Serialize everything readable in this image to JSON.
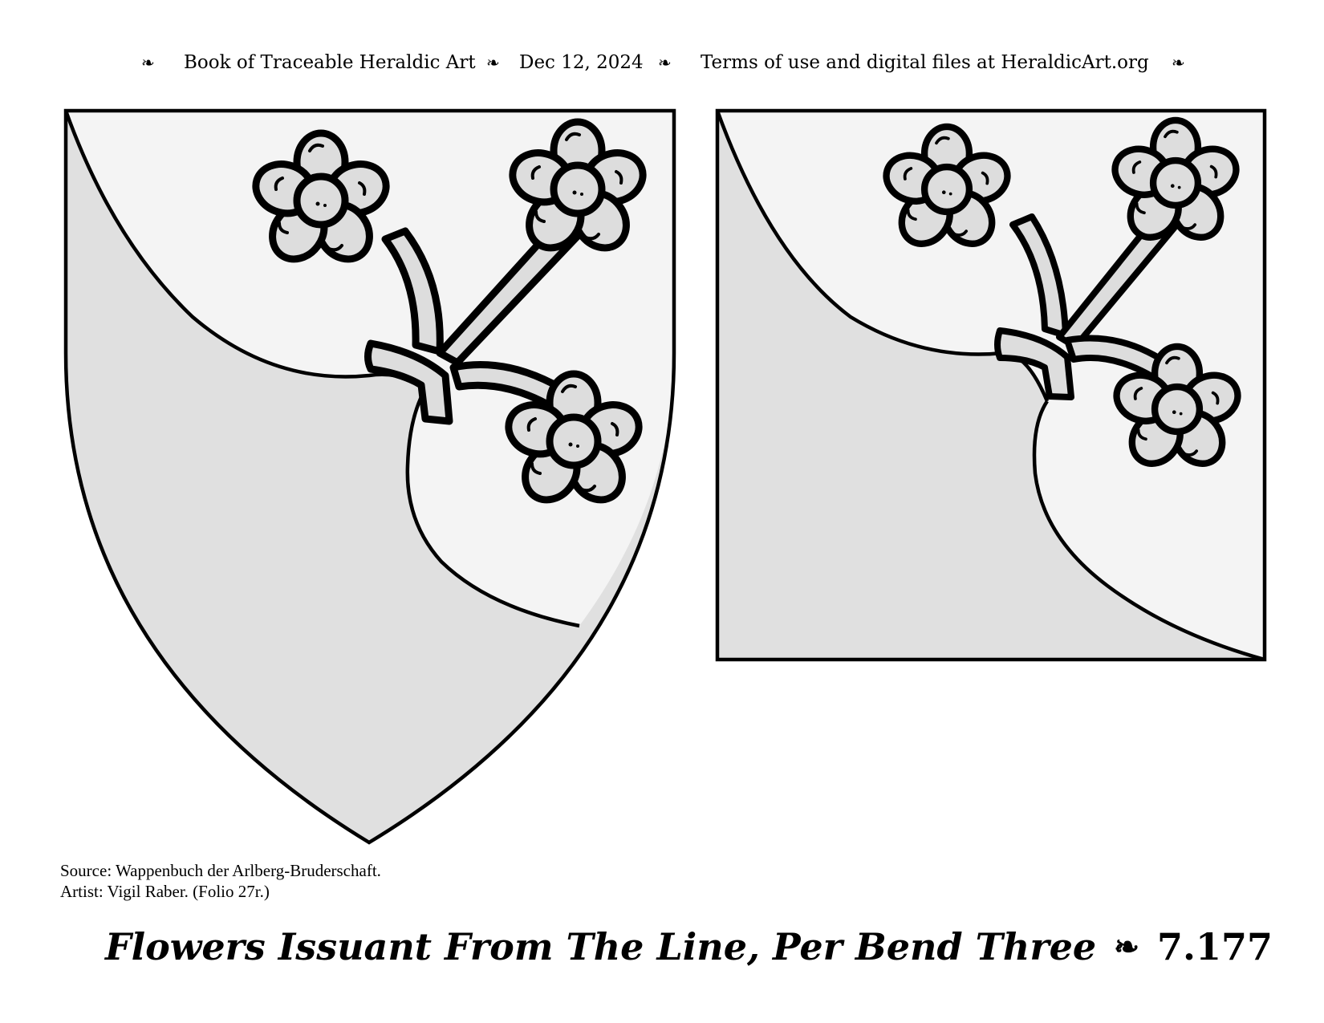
{
  "header": {
    "ornament": "❧",
    "book_title": "Book of Traceable Heraldic Art",
    "date": "Dec 12, 2024",
    "terms": "Terms of use and digital files at HeraldicArt.org"
  },
  "source": {
    "line1": "Source: Wappenbuch der Arlberg-Bruderschaft.",
    "line2": "Artist: Vigil Raber. (Folio 27r.)"
  },
  "footer": {
    "title": "Flowers Issuant From The Line, Per Bend Three",
    "ornament": "❧",
    "plate_number": "7.177"
  },
  "colors": {
    "field_light": "#f4f4f4",
    "field_dark": "#e0e0e0",
    "charge_fill": "#dddddd",
    "outline": "#000000"
  }
}
